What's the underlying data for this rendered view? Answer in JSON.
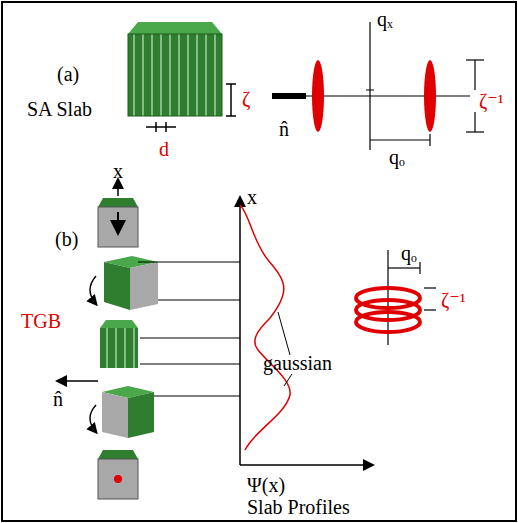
{
  "diagram": {
    "labels": [
      "(a)",
      "SA Slab",
      "ζ",
      "d",
      "qₓ",
      "n̂",
      "qₒ",
      "ζ⁻¹",
      "(b)",
      "x",
      "TGB",
      "n̂",
      "x",
      "gaussian",
      "Ψ(x)",
      "Slab Profiles",
      "qₒ",
      "ζ⁻¹"
    ]
  }
}
